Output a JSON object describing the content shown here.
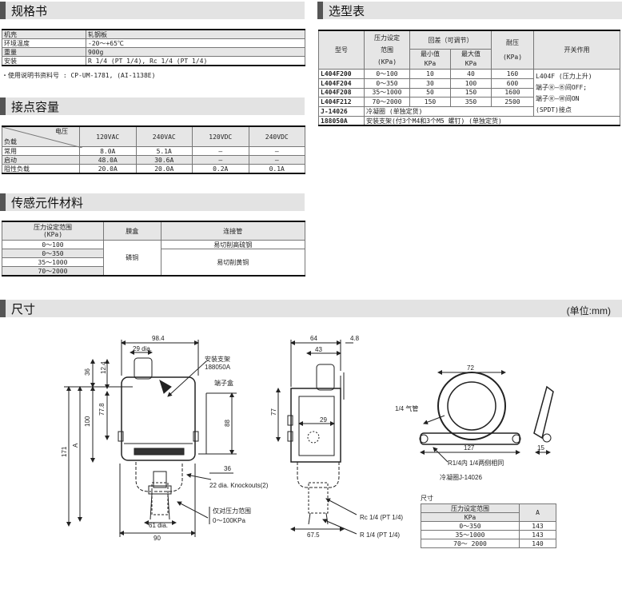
{
  "spec": {
    "title": "规格书",
    "rows": [
      [
        "机壳",
        "轧钢板"
      ],
      [
        "环境温度",
        "-20～+65℃"
      ],
      [
        "重量",
        "900g"
      ],
      [
        "安装",
        "R 1/4 (PT 1/4), Rc 1/4 (PT 1/4)"
      ]
    ],
    "note": "・使用说明书资料号 : CP-UM-1781, (AI-1138E)"
  },
  "contact": {
    "title": "接点容量",
    "corner_top": "电压",
    "corner_bottom": "负载",
    "headers": [
      "120VAC",
      "240VAC",
      "120VDC",
      "240VDC"
    ],
    "rows": [
      [
        "常用",
        "8.0A",
        "5.1A",
        "—",
        "—"
      ],
      [
        "启动",
        "48.0A",
        "30.6A",
        "—",
        "—"
      ],
      [
        "阻性负载",
        "20.0A",
        "20.0A",
        "0.2A",
        "0.1A"
      ]
    ]
  },
  "sensor": {
    "title": "传感元件材料",
    "headers": [
      "压力设定范围",
      "(KPa)",
      "膜盒",
      "连接管"
    ],
    "ranges": [
      "0～100",
      "0～350",
      "35～1000",
      "70～2000"
    ],
    "diaphragm": "磷铜",
    "tube1": "易切削高硫钢",
    "tube2": "易切削黄铜"
  },
  "select": {
    "title": "选型表",
    "h_model": "型号",
    "h_range1": "压力设定",
    "h_range2": "范围",
    "h_range3": "(KPa)",
    "h_diff": "回差（可调节）",
    "h_min": "最小值",
    "h_max": "最大值",
    "h_unit": "KPa",
    "h_press": "耐压",
    "h_press_unit": "(KPa)",
    "h_switch": "开关作用",
    "rows": [
      [
        "L404F200",
        "0～100",
        "10",
        "40",
        "160"
      ],
      [
        "L404F204",
        "0～350",
        "30",
        "100",
        "600"
      ],
      [
        "L404F208",
        "35～1000",
        "50",
        "150",
        "1600"
      ],
      [
        "L404F212",
        "70～2000",
        "150",
        "350",
        "2500"
      ]
    ],
    "switch_text": [
      "L404F (压力上升)",
      "端子Ⓡ—Ⓑ间OFF;",
      "端子Ⓡ—Ⓦ间ON",
      "(SPDT)接点"
    ],
    "acc": [
      [
        "J-14026",
        "冷凝圈 (单独定货)"
      ],
      [
        "188050A",
        "安装支架(付3个M4和3个M5 螺钉) (单独定货)"
      ]
    ]
  },
  "dims": {
    "title": "尺寸",
    "unit": "(单位:mm)",
    "labels": {
      "d98_4": "98.4",
      "d29dia": "29 dia.",
      "d36a": "36",
      "d12_4": "12.4",
      "d77_8": "77.8",
      "d100": "100",
      "d171": "171",
      "dA": "A",
      "d88": "88",
      "d36b": "36",
      "knock": "22 dia. Knockouts(2)",
      "d61": "61 dia.",
      "d90": "90",
      "bracket1": "安装支架",
      "bracket2": "188050A",
      "terminal": "端子盒",
      "only1": "仅对压力范围",
      "only2": "0～100KPa",
      "d64": "64",
      "d4_8": "4.8",
      "d43": "43",
      "d77": "77",
      "d29": "29",
      "rc": "Rc 1/4 (PT 1/4)",
      "r": "R 1/4 (PT 1/4)",
      "d67_5": "67.5",
      "d72": "72",
      "gas": "1/4 气管",
      "d127": "127",
      "d15": "15",
      "pt": "R1/4内 1/4两侧相同",
      "coil": "冷凝圈J-14026"
    },
    "table_title": "尺寸",
    "table_headers": [
      "压力设定范围",
      "KPa",
      "A"
    ],
    "table_rows": [
      [
        "0～350",
        "143"
      ],
      [
        "35～1000",
        "143"
      ],
      [
        "70～  2000",
        "140"
      ]
    ]
  }
}
